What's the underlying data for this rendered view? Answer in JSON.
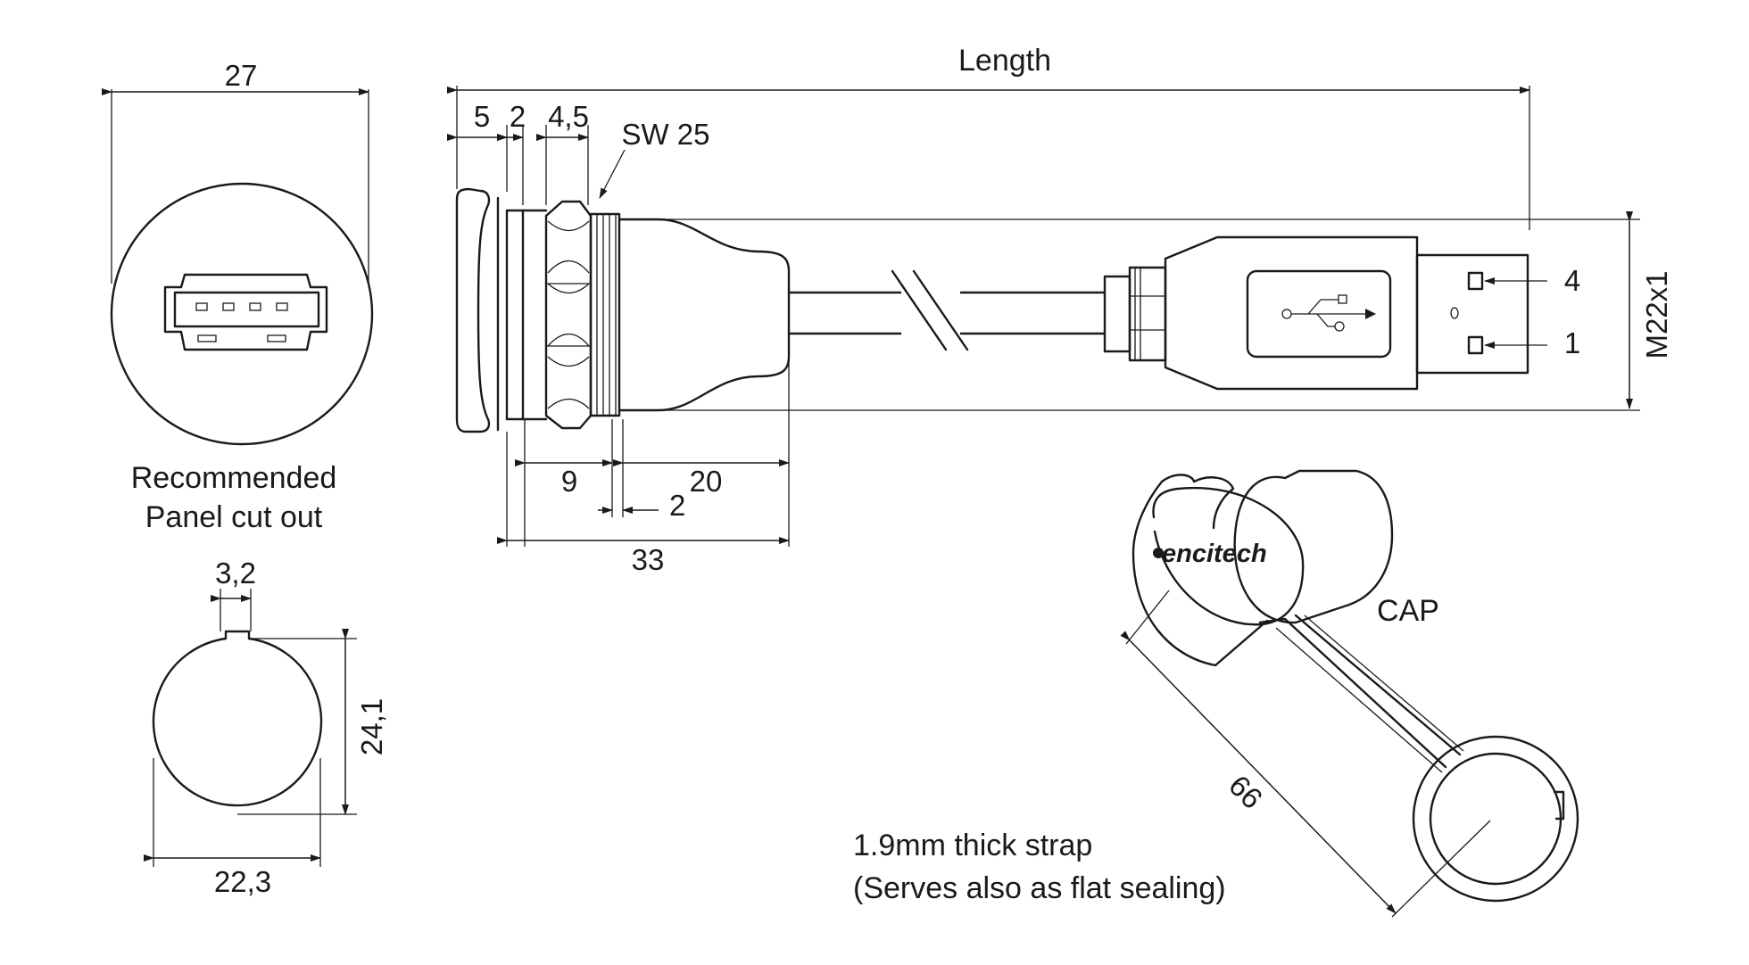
{
  "front_view": {
    "width_dim": "27",
    "caption_line1": "Recommended",
    "caption_line2": "Panel cut out"
  },
  "cutout": {
    "key_width": "3,2",
    "height": "24,1",
    "diameter": "22,3"
  },
  "side_view": {
    "length_label": "Length",
    "dim_flange": "5",
    "dim_gap": "2",
    "dim_nut": "4,5",
    "wrench_size": "SW 25",
    "dim_thread": "9",
    "dim_body": "20",
    "dim_offset": "2",
    "dim_total": "33",
    "pin_top": "4",
    "pin_bottom": "1",
    "thread_spec": "M22x1"
  },
  "cap": {
    "label": "CAP",
    "brand": "encitech",
    "strap_length": "66",
    "note_line1": "1.9mm thick strap",
    "note_line2": "(Serves also as flat sealing)"
  },
  "icons": [
    "usb-icon"
  ],
  "colors": {
    "line": "#1a1a1a",
    "background": "#ffffff"
  }
}
